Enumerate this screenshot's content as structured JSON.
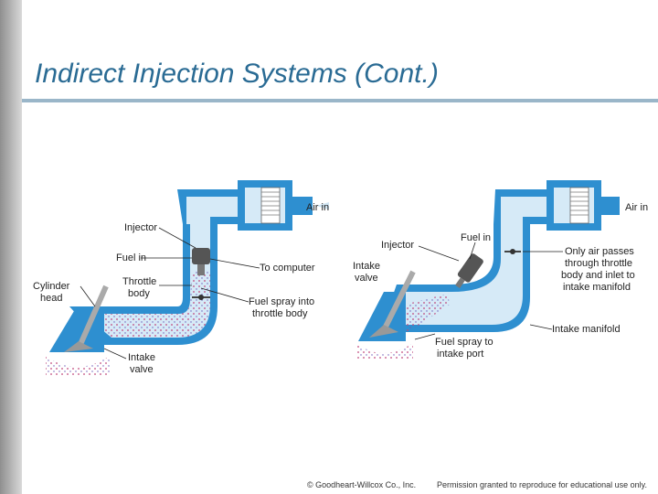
{
  "slide": {
    "title": "Indirect Injection Systems (Cont.)",
    "footer_copyright": "© Goodheart-Willcox Co., Inc.",
    "footer_permission": "Permission granted to reproduce for educational use only."
  },
  "left_diagram": {
    "air_in": "Air in",
    "injector": "Injector",
    "fuel_in": "Fuel in",
    "to_computer": "To computer",
    "throttle_body_1": "Throttle",
    "throttle_body_2": "body",
    "cylinder_head_1": "Cylinder",
    "cylinder_head_2": "head",
    "fuel_spray_1": "Fuel spray into",
    "fuel_spray_2": "throttle body",
    "intake_valve_1": "Intake",
    "intake_valve_2": "valve"
  },
  "right_diagram": {
    "air_in": "Air in",
    "injector": "Injector",
    "fuel_in": "Fuel in",
    "intake_valve_1": "Intake",
    "intake_valve_2": "valve",
    "only_air_1": "Only air passes",
    "only_air_2": "through throttle",
    "only_air_3": "body and inlet to",
    "only_air_4": "intake manifold",
    "intake_manifold": "Intake manifold",
    "fuel_spray_1": "Fuel spray to",
    "fuel_spray_2": "intake port"
  },
  "colors": {
    "manifold_wall": "#2e8fd0",
    "manifold_air": "#d6eaf7",
    "title": "#2a6b94"
  }
}
